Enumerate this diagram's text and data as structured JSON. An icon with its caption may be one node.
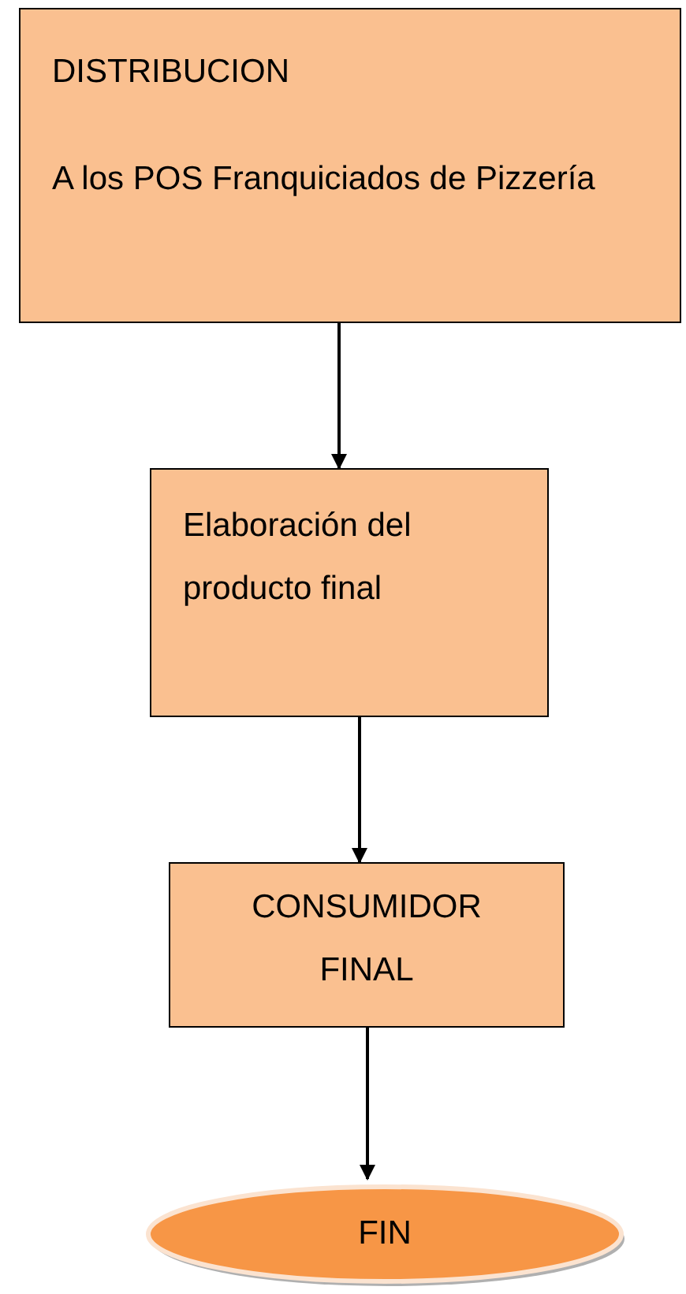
{
  "diagram": {
    "nodes": [
      {
        "text": [
          "DISTRIBUCION",
          "A los POS Franquiciados de Pizzería"
        ]
      },
      {
        "text": [
          "Elaboración del producto final"
        ]
      },
      {
        "text": [
          "CONSUMIDOR FINAL"
        ]
      },
      {
        "text": [
          "FIN"
        ]
      }
    ],
    "edges": [
      {
        "from": 0,
        "to": 1,
        "arrow": "to"
      },
      {
        "from": 1,
        "to": 2,
        "arrow": "to"
      },
      {
        "from": 2,
        "to": 3,
        "arrow": "to"
      }
    ]
  }
}
